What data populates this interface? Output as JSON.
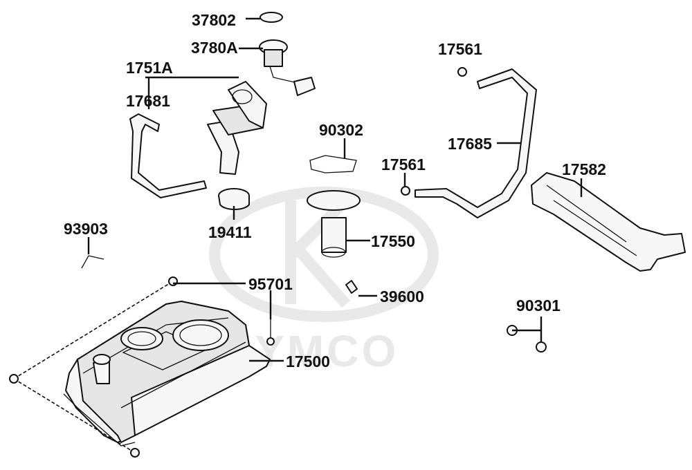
{
  "diagram": {
    "watermark_text": "KYMCO",
    "callouts": [
      {
        "id": "37802",
        "label": "37802"
      },
      {
        "id": "3780A",
        "label": "3780A"
      },
      {
        "id": "1751A",
        "label": "1751A"
      },
      {
        "id": "17681",
        "label": "17681"
      },
      {
        "id": "17561a",
        "label": "17561"
      },
      {
        "id": "90302",
        "label": "90302"
      },
      {
        "id": "17685",
        "label": "17685"
      },
      {
        "id": "17561b",
        "label": "17561"
      },
      {
        "id": "17582",
        "label": "17582"
      },
      {
        "id": "19411",
        "label": "19411"
      },
      {
        "id": "17550",
        "label": "17550"
      },
      {
        "id": "93903",
        "label": "93903"
      },
      {
        "id": "95701",
        "label": "95701"
      },
      {
        "id": "39600",
        "label": "39600"
      },
      {
        "id": "90301",
        "label": "90301"
      },
      {
        "id": "17500",
        "label": "17500"
      }
    ]
  }
}
